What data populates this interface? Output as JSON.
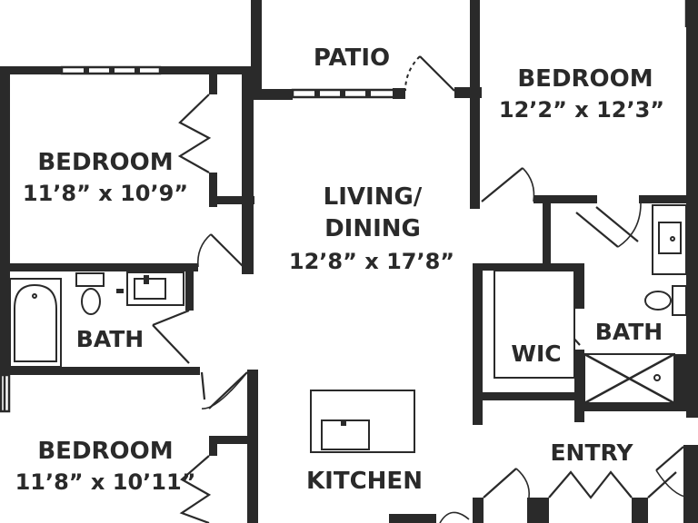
{
  "colors": {
    "ink": "#2a2a2a",
    "background": "#ffffff"
  },
  "rooms": {
    "patio": {
      "name": "PATIO"
    },
    "bedroom_ne": {
      "name": "BEDROOM",
      "size": "12’2” x 12’3”"
    },
    "bedroom_nw": {
      "name": "BEDROOM",
      "size": "11’8” x 10’9”"
    },
    "living": {
      "name": "LIVING/",
      "name2": "DINING",
      "size": "12’8” x 17’8”"
    },
    "bath_w": {
      "name": "BATH"
    },
    "bath_e": {
      "name": "BATH"
    },
    "wic": {
      "name": "WIC"
    },
    "bedroom_sw": {
      "name": "BEDROOM",
      "size": "11’8” x 10’11”"
    },
    "kitchen": {
      "name": "KITCHEN"
    },
    "entry": {
      "name": "ENTRY"
    }
  }
}
